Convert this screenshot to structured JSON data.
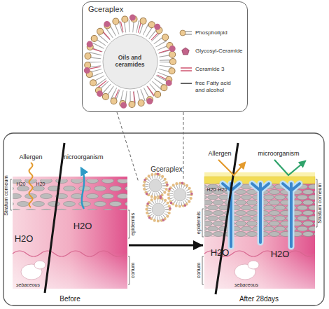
{
  "diagram": {
    "nodes": [
      {
        "text": [
          "Gceraplex"
        ]
      },
      {
        "text": [
          "Oils and ceramides"
        ],
        "in": 0
      },
      {
        "text": [
          "Before"
        ]
      },
      {
        "text": [
          "Gceraplex"
        ]
      },
      {
        "text": [
          "After 28days"
        ]
      }
    ],
    "edges": [
      {
        "from": 0,
        "to": 3,
        "arrow": "none"
      },
      {
        "from": 2,
        "to": 4,
        "arrow": "to"
      }
    ],
    "labels": [
      "Allergen",
      "microorganism",
      "H20",
      "H20",
      "H2O",
      "H2O",
      "Stratum corneum",
      "epidermis",
      "corium",
      "sebaceous",
      "Allergen",
      "microorganism",
      "H20",
      "H20",
      "H2O",
      "H2O",
      "epidermis",
      "corium",
      "Stratum corneum",
      "sebaceous"
    ],
    "legend": [
      {
        "text": "Phospholipid"
      },
      {
        "text": "Glycosyl-Ceramide"
      },
      {
        "text": "Ceramide 3"
      },
      {
        "text": "free Fatty acid and alcohol"
      }
    ]
  }
}
